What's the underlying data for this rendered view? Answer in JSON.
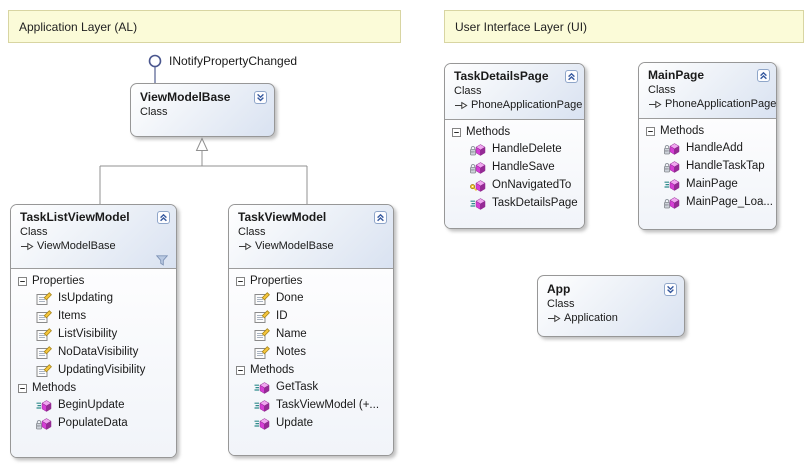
{
  "diagram": {
    "comments": {
      "al": {
        "text": "Application Layer (AL)"
      },
      "ui": {
        "text": "User Interface Layer (UI)"
      }
    },
    "lollipop": {
      "label": "INotifyPropertyChanged"
    },
    "classes": {
      "viewModelBase": {
        "name": "ViewModelBase",
        "kind": "Class",
        "state": "collapsed"
      },
      "app": {
        "name": "App",
        "kind": "Class",
        "base": "Application",
        "state": "collapsed"
      },
      "taskListViewModel": {
        "name": "TaskListViewModel",
        "kind": "Class",
        "base": "ViewModelBase",
        "state": "expanded",
        "filtered": true,
        "sections": [
          {
            "title": "Properties",
            "items": [
              {
                "label": "IsUpdating",
                "icon": "property"
              },
              {
                "label": "Items",
                "icon": "property"
              },
              {
                "label": "ListVisibility",
                "icon": "property"
              },
              {
                "label": "NoDataVisibility",
                "icon": "property"
              },
              {
                "label": "UpdatingVisibility",
                "icon": "property"
              }
            ]
          },
          {
            "title": "Methods",
            "items": [
              {
                "label": "BeginUpdate",
                "icon": "method-public"
              },
              {
                "label": "PopulateData",
                "icon": "method-private"
              }
            ]
          }
        ]
      },
      "taskViewModel": {
        "name": "TaskViewModel",
        "kind": "Class",
        "base": "ViewModelBase",
        "state": "expanded",
        "sections": [
          {
            "title": "Properties",
            "items": [
              {
                "label": "Done",
                "icon": "property"
              },
              {
                "label": "ID",
                "icon": "property"
              },
              {
                "label": "Name",
                "icon": "property"
              },
              {
                "label": "Notes",
                "icon": "property"
              }
            ]
          },
          {
            "title": "Methods",
            "items": [
              {
                "label": "GetTask",
                "icon": "method-public"
              },
              {
                "label": "TaskViewModel (+...",
                "icon": "method-public"
              },
              {
                "label": "Update",
                "icon": "method-public"
              }
            ]
          }
        ]
      },
      "taskDetailsPage": {
        "name": "TaskDetailsPage",
        "kind": "Class",
        "base": "PhoneApplicationPage",
        "state": "expanded",
        "sections": [
          {
            "title": "Methods",
            "items": [
              {
                "label": "HandleDelete",
                "icon": "method-private"
              },
              {
                "label": "HandleSave",
                "icon": "method-private"
              },
              {
                "label": "OnNavigatedTo",
                "icon": "method-protected"
              },
              {
                "label": "TaskDetailsPage",
                "icon": "method-public"
              }
            ]
          }
        ]
      },
      "mainPage": {
        "name": "MainPage",
        "kind": "Class",
        "base": "PhoneApplicationPage",
        "state": "expanded",
        "sections": [
          {
            "title": "Methods",
            "items": [
              {
                "label": "HandleAdd",
                "icon": "method-private"
              },
              {
                "label": "HandleTaskTap",
                "icon": "method-private"
              },
              {
                "label": "MainPage",
                "icon": "method-public"
              },
              {
                "label": "MainPage_Loa...",
                "icon": "method-private"
              }
            ]
          }
        ]
      }
    },
    "colors": {
      "comment_fill": "#fbfbd8",
      "comment_border": "#d8d5a2",
      "box_header_blue": "#d9e2f1",
      "method_cube": "#d53ed5",
      "chevron_blue": "#35589e"
    }
  }
}
